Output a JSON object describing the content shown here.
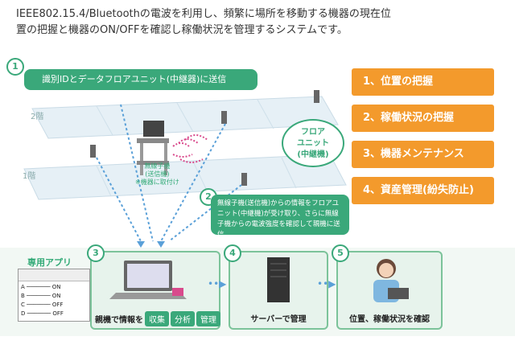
{
  "intro": {
    "line1": "IEEE802.15.4/Bluetoothの電波を利用し、頻繁に場所を移動する機器の現在位",
    "line2": "置の把握と機器のON/OFFを確認し稼働状況を管理するシステムです。"
  },
  "steps": {
    "s1": {
      "num": "1",
      "text": "識別IDとデータフロアユニット(中継器)に送信"
    },
    "s2": {
      "num": "2",
      "text": "無線子機(送信機)からの情報をフロアユニット(中継機)が受け取り、さらに無線子機からの電波強度を確認して親機に送信"
    },
    "s3": {
      "num": "3",
      "caption": "親機で情報を",
      "tags": [
        "収集",
        "分析",
        "管理"
      ]
    },
    "s4": {
      "num": "4",
      "caption": "サーバーで管理"
    },
    "s5": {
      "num": "5",
      "caption": "位置、稼働状況を確認"
    }
  },
  "floors": {
    "upper": "2階",
    "lower": "1階"
  },
  "floor_unit": {
    "line1": "フロア",
    "line2": "ユニット",
    "line3": "(中継機)"
  },
  "device": {
    "line1": "無線子機",
    "line2": "(送信機)",
    "note": "※機器に取付け"
  },
  "app_label": "専用アプリ",
  "app_status": [
    "ON",
    "ON",
    "OFF",
    "OFF"
  ],
  "app_rows": [
    "A",
    "B",
    "C",
    "D"
  ],
  "features": [
    "1、位置の把握",
    "2、稼働状況の把握",
    "3、機器メンテナンス",
    "4、資産管理(紛失防止)"
  ],
  "colors": {
    "green": "#3aa87a",
    "orange": "#f39a2c",
    "panel": "#e7f3ec"
  }
}
